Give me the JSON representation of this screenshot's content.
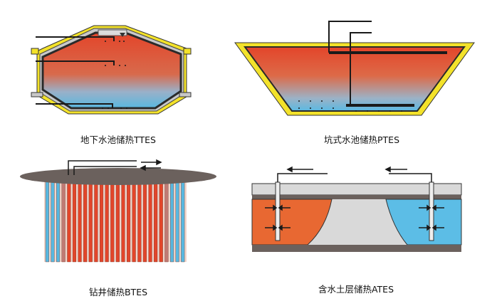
{
  "captions": {
    "ttes": "地下水池储热TTES",
    "ptes": "坑式水池储热PTES",
    "btes": "钻井储热BTES",
    "ates": "含水土层储热ATES"
  },
  "colors": {
    "hot": "#e3452a",
    "mid": "#c08070",
    "cold": "#58b8e0",
    "ates_hot": "#e86832",
    "ates_cold": "#5cbde6",
    "liner": "#f3e22a",
    "ground": "#d9d9d9",
    "disk": "#6b615d",
    "pipe": "#1a1a1a"
  }
}
